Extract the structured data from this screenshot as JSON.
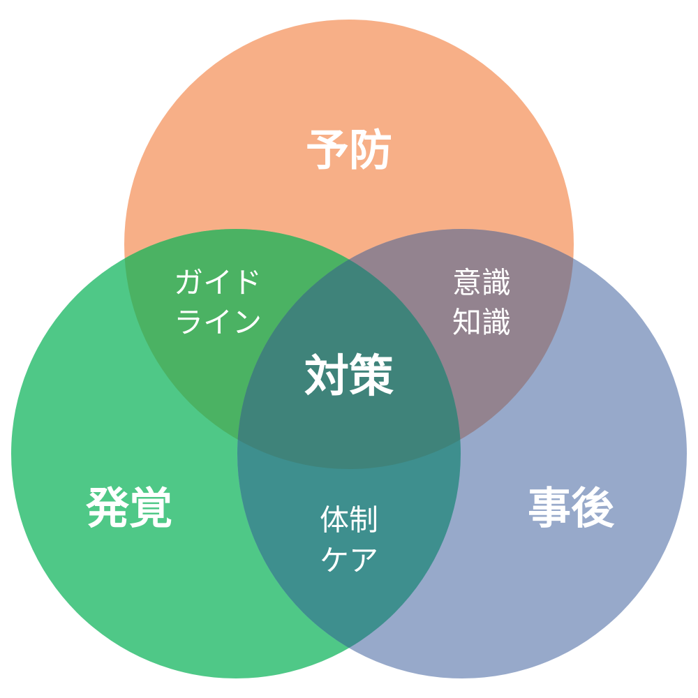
{
  "circles": {
    "prevention": {
      "label": "予防",
      "color": "#F7AF87"
    },
    "detection": {
      "label": "発覚",
      "color": "#4FC887"
    },
    "aftermath": {
      "label": "事後",
      "color": "#97A9CA"
    }
  },
  "overlaps": {
    "prevention_detection": {
      "lines": [
        "ガイド",
        "ライン"
      ],
      "color": "#4BB263"
    },
    "prevention_aftermath": {
      "lines": [
        "意識",
        "知識"
      ],
      "color": "#93838F"
    },
    "detection_aftermath": {
      "lines": [
        "体制",
        "ケア"
      ],
      "color": "#3E8F8E"
    }
  },
  "center": {
    "label": "対策",
    "color": "#3F837A"
  }
}
